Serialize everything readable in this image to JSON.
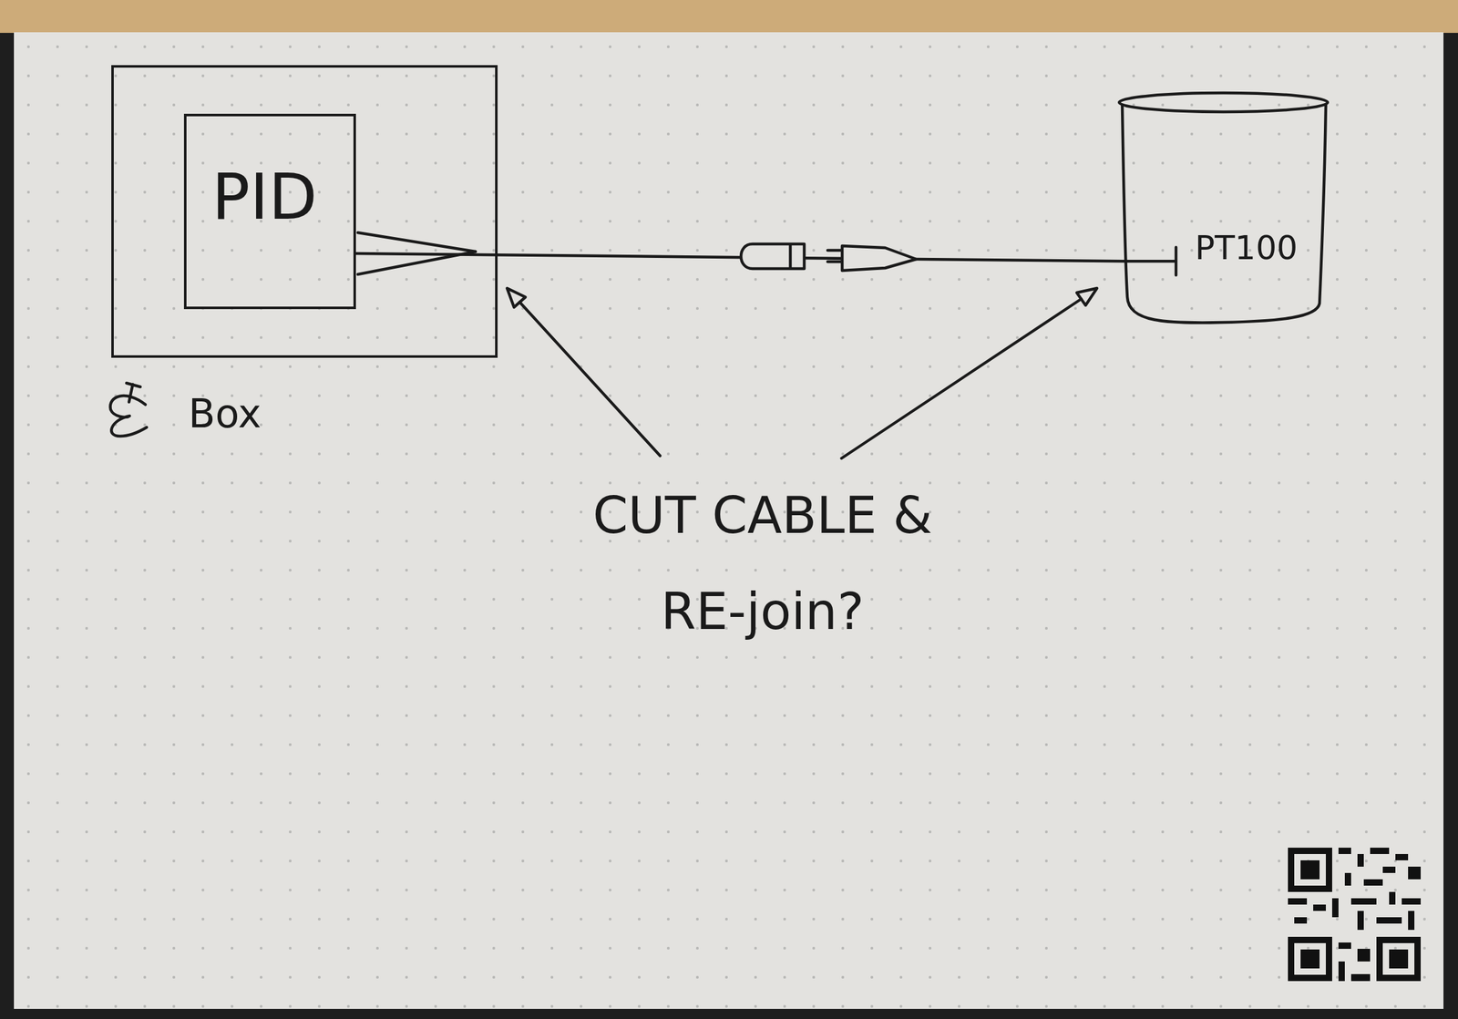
{
  "diagram": {
    "nodes": [
      {
        "text": [
          "Box"
        ]
      },
      {
        "text": [
          "PID"
        ],
        "in": 0
      },
      {
        "text": [
          "PT100"
        ]
      }
    ],
    "edges": [
      {
        "from": 1,
        "to": 2,
        "arrow": "none"
      }
    ],
    "labels": [
      "CUT CABLE & RE-join?"
    ]
  }
}
